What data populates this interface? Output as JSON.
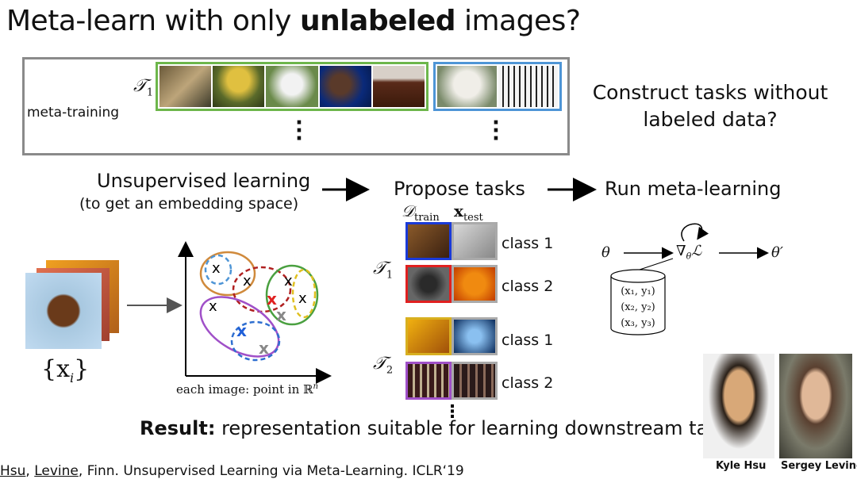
{
  "title": {
    "prefix": "Meta-learn with only ",
    "bold": "unlabeled",
    "suffix": " images?"
  },
  "meta_training": {
    "label": "meta-training",
    "task_symbol": "𝒯",
    "task_index": "1"
  },
  "question": {
    "line1": "Construct tasks without",
    "line2": "labeled data?"
  },
  "steps": {
    "unsupervised": "Unsupervised learning",
    "unsupervised_sub": "(to get an embedding space)",
    "propose": "Propose tasks",
    "run": "Run meta-learning"
  },
  "embedding": {
    "x_label": "each image: point in ℝ",
    "x_label_sup": "n",
    "input_label": "{x",
    "input_sub": "i",
    "input_close": "}"
  },
  "task_grid": {
    "col_train": "𝒟",
    "col_train_sub": "train",
    "col_test": "x",
    "col_test_sub": "test",
    "task1": "1",
    "task2": "2",
    "class1": "class 1",
    "class2": "class 2"
  },
  "meta": {
    "theta": "θ",
    "grad": "∇",
    "grad_sub": "θ",
    "loss": "ℒ",
    "theta_prime": "θ′",
    "data": [
      "(x₁, y₁)",
      "(x₂, y₂)",
      "(x₃, y₃)"
    ]
  },
  "result": {
    "bold": "Result:",
    "text": " representation suitable for learning downstream tasks"
  },
  "citation": {
    "authors_a": "Hsu",
    "authors_b": ", ",
    "authors_c": "Levine",
    "authors_d": ", Finn. ",
    "title": "Unsupervised Learning via Meta-Learning",
    "venue": ". ICLR‘19"
  },
  "people": [
    {
      "name": "Kyle Hsu"
    },
    {
      "name": "Sergey Levine"
    }
  ],
  "colors": {
    "green": "#6db64b",
    "blue": "#4e95d6",
    "red": "#e02020",
    "purple": "#a050c8",
    "orange": "#d08a3c"
  }
}
